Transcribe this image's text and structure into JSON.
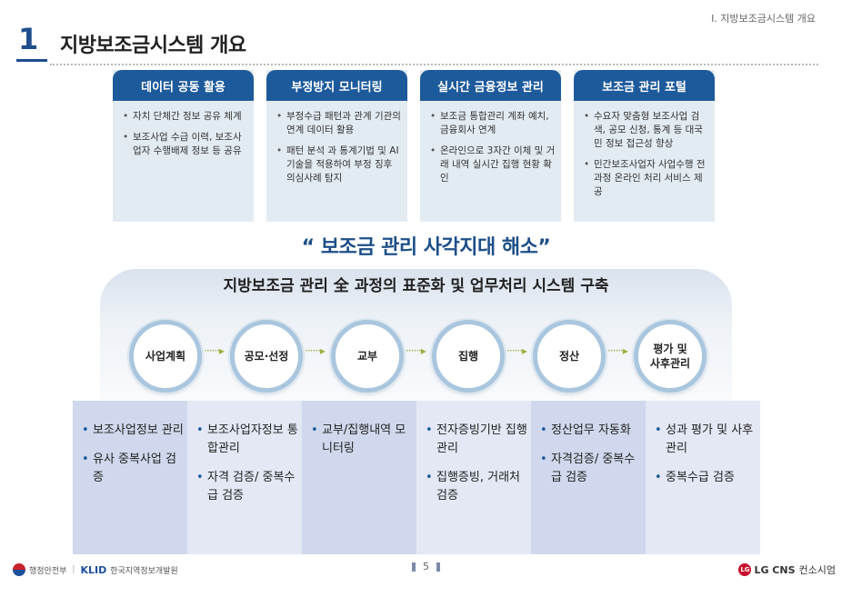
{
  "header": {
    "breadcrumb": "Ⅰ. 지방보조금시스템 개요",
    "section_number": "1",
    "title": "지방보조금시스템 개요"
  },
  "cards": [
    {
      "title": "데이터 공동 활용",
      "items": [
        "자치 단체간 정보 공유 체계",
        "보조사업 수급 이력, 보조사업자 수행배제 정보 등 공유"
      ]
    },
    {
      "title": "부정방지 모니터링",
      "items": [
        "부정수급 패턴과 관계 기관의 연계 데이터 활용",
        "패턴 분석 과 통계기법 및 AI 기술을 적용하여 부정 징후 의심사례 탐지"
      ]
    },
    {
      "title": "실시간 금융정보 관리",
      "items": [
        "보조금 통합관리 계좌 예치, 금융회사 연계",
        "온라인으로 3자간 이체 및 거래 내역 실시간 집행 현황 확인"
      ]
    },
    {
      "title": "보조금 관리 포털",
      "items": [
        "수요자 맞춤형 보조사업 검색, 공모 신청, 통계 등 대국민 정보 접근성 향상",
        "민간보조사업자 사업수행 전 과정 온라인 처리 서비스 제공"
      ]
    }
  ],
  "slogan": "“ 보조금 관리 사각지대 해소”",
  "process": {
    "title": "지방보조금 관리 全 과정의 표준화 및 업무처리 시스템 구축",
    "arrow": "······▸",
    "steps": [
      "사업계획",
      "공모·선정",
      "교부",
      "집행",
      "정산",
      "평가 및\n사후관리"
    ]
  },
  "details": [
    [
      "보조사업정보 관리",
      "유사 중복사업 검증"
    ],
    [
      "보조사업자정보 통합관리",
      "자격 검증/ 중복수급 검증"
    ],
    [
      "교부/집행내역 모니터링"
    ],
    [
      "전자증빙기반 집행 관리",
      "집행증빙, 거래처 검증"
    ],
    [
      "정산업무 자동화",
      "자격검증/ 중복수급 검증"
    ],
    [
      "성과 평가 및 사후관리",
      "중복수급 검증"
    ]
  ],
  "footer": {
    "ministry": "행정안전부",
    "klid_mark": "KLID",
    "klid_name": "한국지역정보개발원",
    "page_number": "5",
    "lg_mark": "LG",
    "company": "LG CNS",
    "company_suffix": "컨소시엄"
  }
}
